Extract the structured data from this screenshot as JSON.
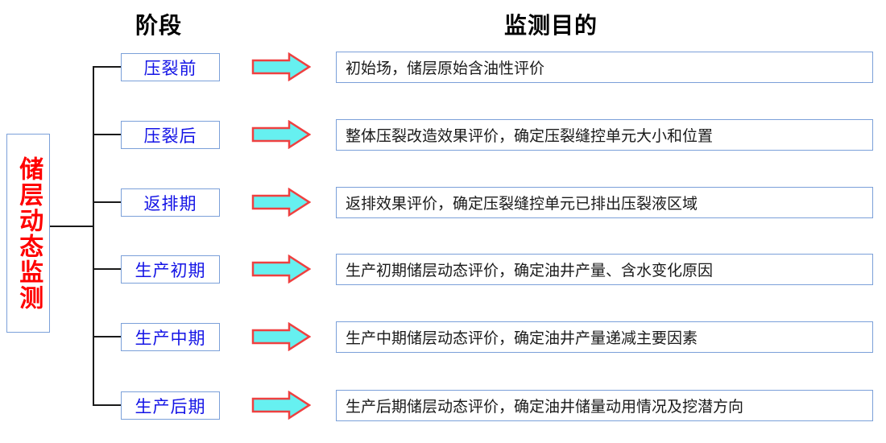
{
  "headers": {
    "stage": "阶段",
    "purpose": "监测目的"
  },
  "root": {
    "label": "储层动态监测",
    "text_color": "#ff0000",
    "border_color": "#7ba0d9"
  },
  "colors": {
    "stage_text": "#1414e6",
    "box_border": "#7ba0d9",
    "arrow_fill": "#66f0f0",
    "arrow_border": "#ef4040",
    "connector": "#1a1a1a",
    "desc_text": "#1a1a1a",
    "header_text": "#000000"
  },
  "rows": [
    {
      "stage": "压裂前",
      "arrow": "right-arrow-icon",
      "purpose": "初始场，储层原始含油性评价"
    },
    {
      "stage": "压裂后",
      "arrow": "right-arrow-icon",
      "purpose": "整体压裂改造效果评价，确定压裂缝控单元大小和位置"
    },
    {
      "stage": "返排期",
      "arrow": "right-arrow-icon",
      "purpose": "返排效果评价，确定压裂缝控单元已排出压裂液区域"
    },
    {
      "stage": "生产初期",
      "arrow": "right-arrow-icon",
      "purpose": "生产初期储层动态评价，确定油井产量、含水变化原因"
    },
    {
      "stage": "生产中期",
      "arrow": "right-arrow-icon",
      "purpose": "生产中期储层动态评价，确定油井产量递减主要因素"
    },
    {
      "stage": "生产后期",
      "arrow": "right-arrow-icon",
      "purpose": "生产后期储层动态评价，确定油井储量动用情况及挖潜方向"
    }
  ]
}
